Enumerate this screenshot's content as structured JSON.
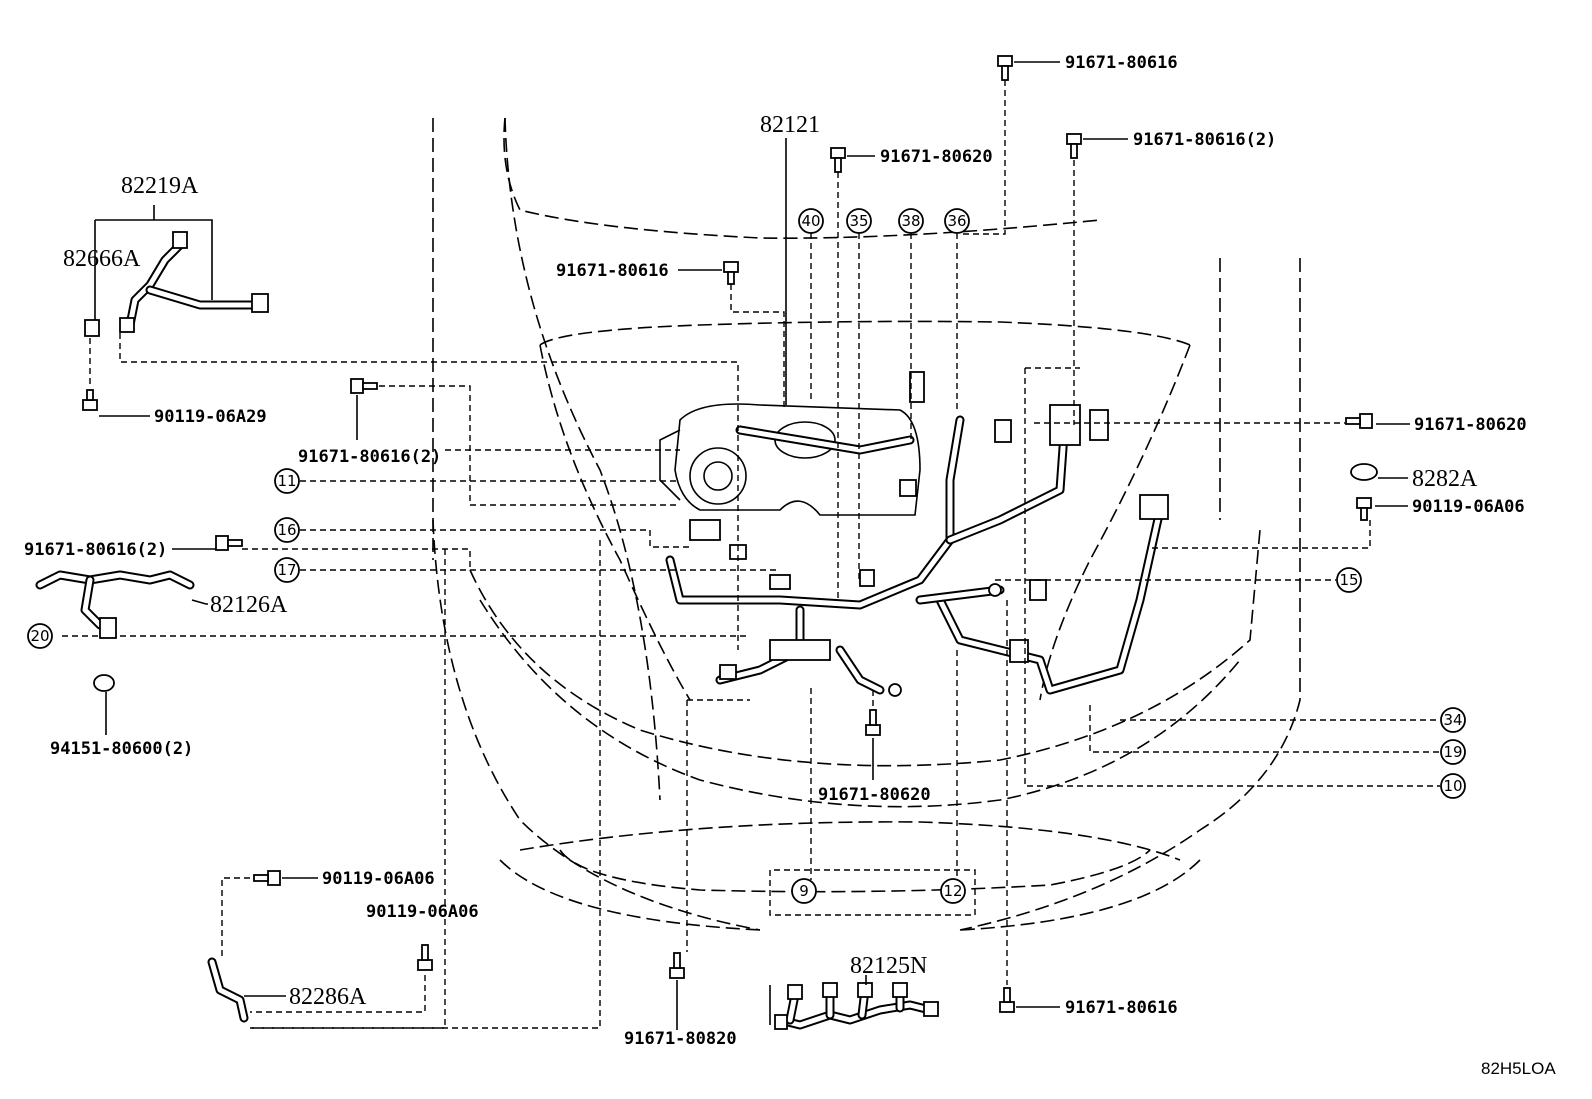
{
  "diagram": {
    "main_parts": {
      "harness_main": "82121",
      "harness_82219A": "82219A",
      "clamp_82666A": "82666A",
      "harness_82126A": "82126A",
      "harness_82286A": "82286A",
      "harness_82125N": "82125N",
      "part_8282A": "8282A"
    },
    "fasteners": {
      "bolt_top_right_1": "91671-80616",
      "bolt_top_right_2": "91671-80616(2)",
      "bolt_top_center": "91671-80620",
      "bolt_upper_left": "91671-80616",
      "bolt_left_mid": "91671-80616(2)",
      "bolt_82219A": "90119-06A29",
      "bolt_left_82126A": "91671-80616(2)",
      "nut_82126A": "94151-80600(2)",
      "bolt_right_mid": "91671-80620",
      "bolt_right_8282A": "90119-06A06",
      "bolt_bottom_center": "91671-80620",
      "bolt_82286A_top": "90119-06A06",
      "bolt_82286A_right": "90119-06A06",
      "bolt_bottom_left": "91671-80820",
      "bolt_bottom_right": "91671-80616"
    },
    "callouts": {
      "c40": "40",
      "c35": "35",
      "c38": "38",
      "c36": "36",
      "c11": "11",
      "c16": "16",
      "c17": "17",
      "c20": "20",
      "c15": "15",
      "c34": "34",
      "c19": "19",
      "c10": "10",
      "c9": "9",
      "c12": "12"
    },
    "figure_code": "82H5LOA"
  }
}
